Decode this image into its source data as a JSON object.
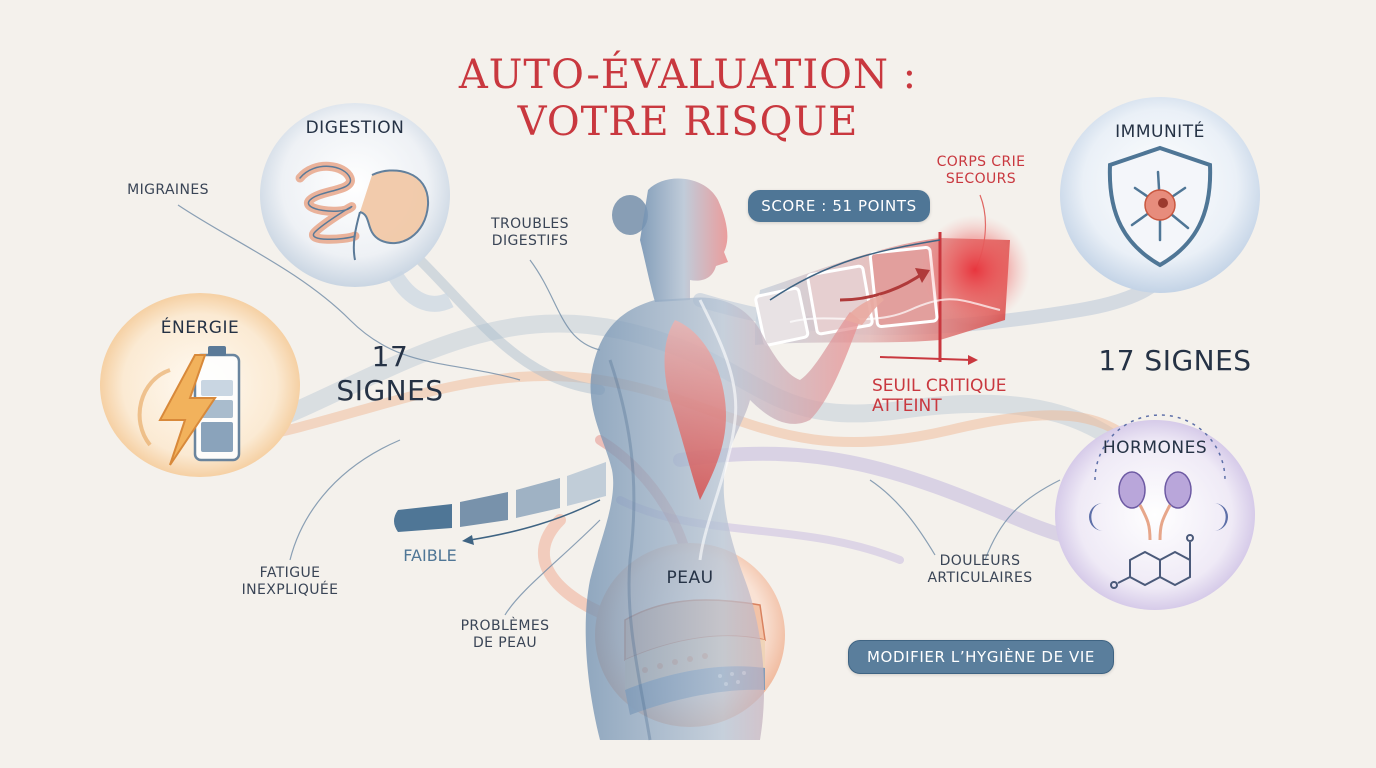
{
  "title": {
    "line1": "Auto-évaluation :",
    "line2": "votre risque"
  },
  "score": {
    "label": "Score : 51 points",
    "value": 51,
    "unit": "points"
  },
  "scale": {
    "low_label": "Faible",
    "threshold_label_1": "Seuil critique",
    "threshold_label_2": "atteint",
    "alert_label_1": "Corps crie",
    "alert_label_2": "secours"
  },
  "counts": {
    "left_number": "17",
    "left_word": "signes",
    "right": "17 signes"
  },
  "bubbles": {
    "digestion": "Digestion",
    "energie": "Énergie",
    "peau": "Peau",
    "immunite": "Immunité",
    "hormones": "Hormones"
  },
  "symptoms": {
    "migraines": "Migraines",
    "troubles_1": "Troubles",
    "troubles_2": "digestifs",
    "fatigue_1": "Fatigue",
    "fatigue_2": "inexpliquée",
    "peau_1": "Problèmes",
    "peau_2": "de peau",
    "douleurs_1": "Douleurs",
    "douleurs_2": "articulaires"
  },
  "action": {
    "label": "Modifier l’hygiène de vie"
  },
  "icons": [
    "intestine-icon",
    "stomach-icon",
    "battery-icon",
    "lightning-icon",
    "shield-icon",
    "immune-cell-icon",
    "kidneys-icon",
    "moon-icon",
    "molecule-icon",
    "skin-layers-icon"
  ],
  "colors": {
    "title": "#c9383f",
    "pill": "#4f7696",
    "alert": "#e0434a",
    "text": "#33404f"
  }
}
